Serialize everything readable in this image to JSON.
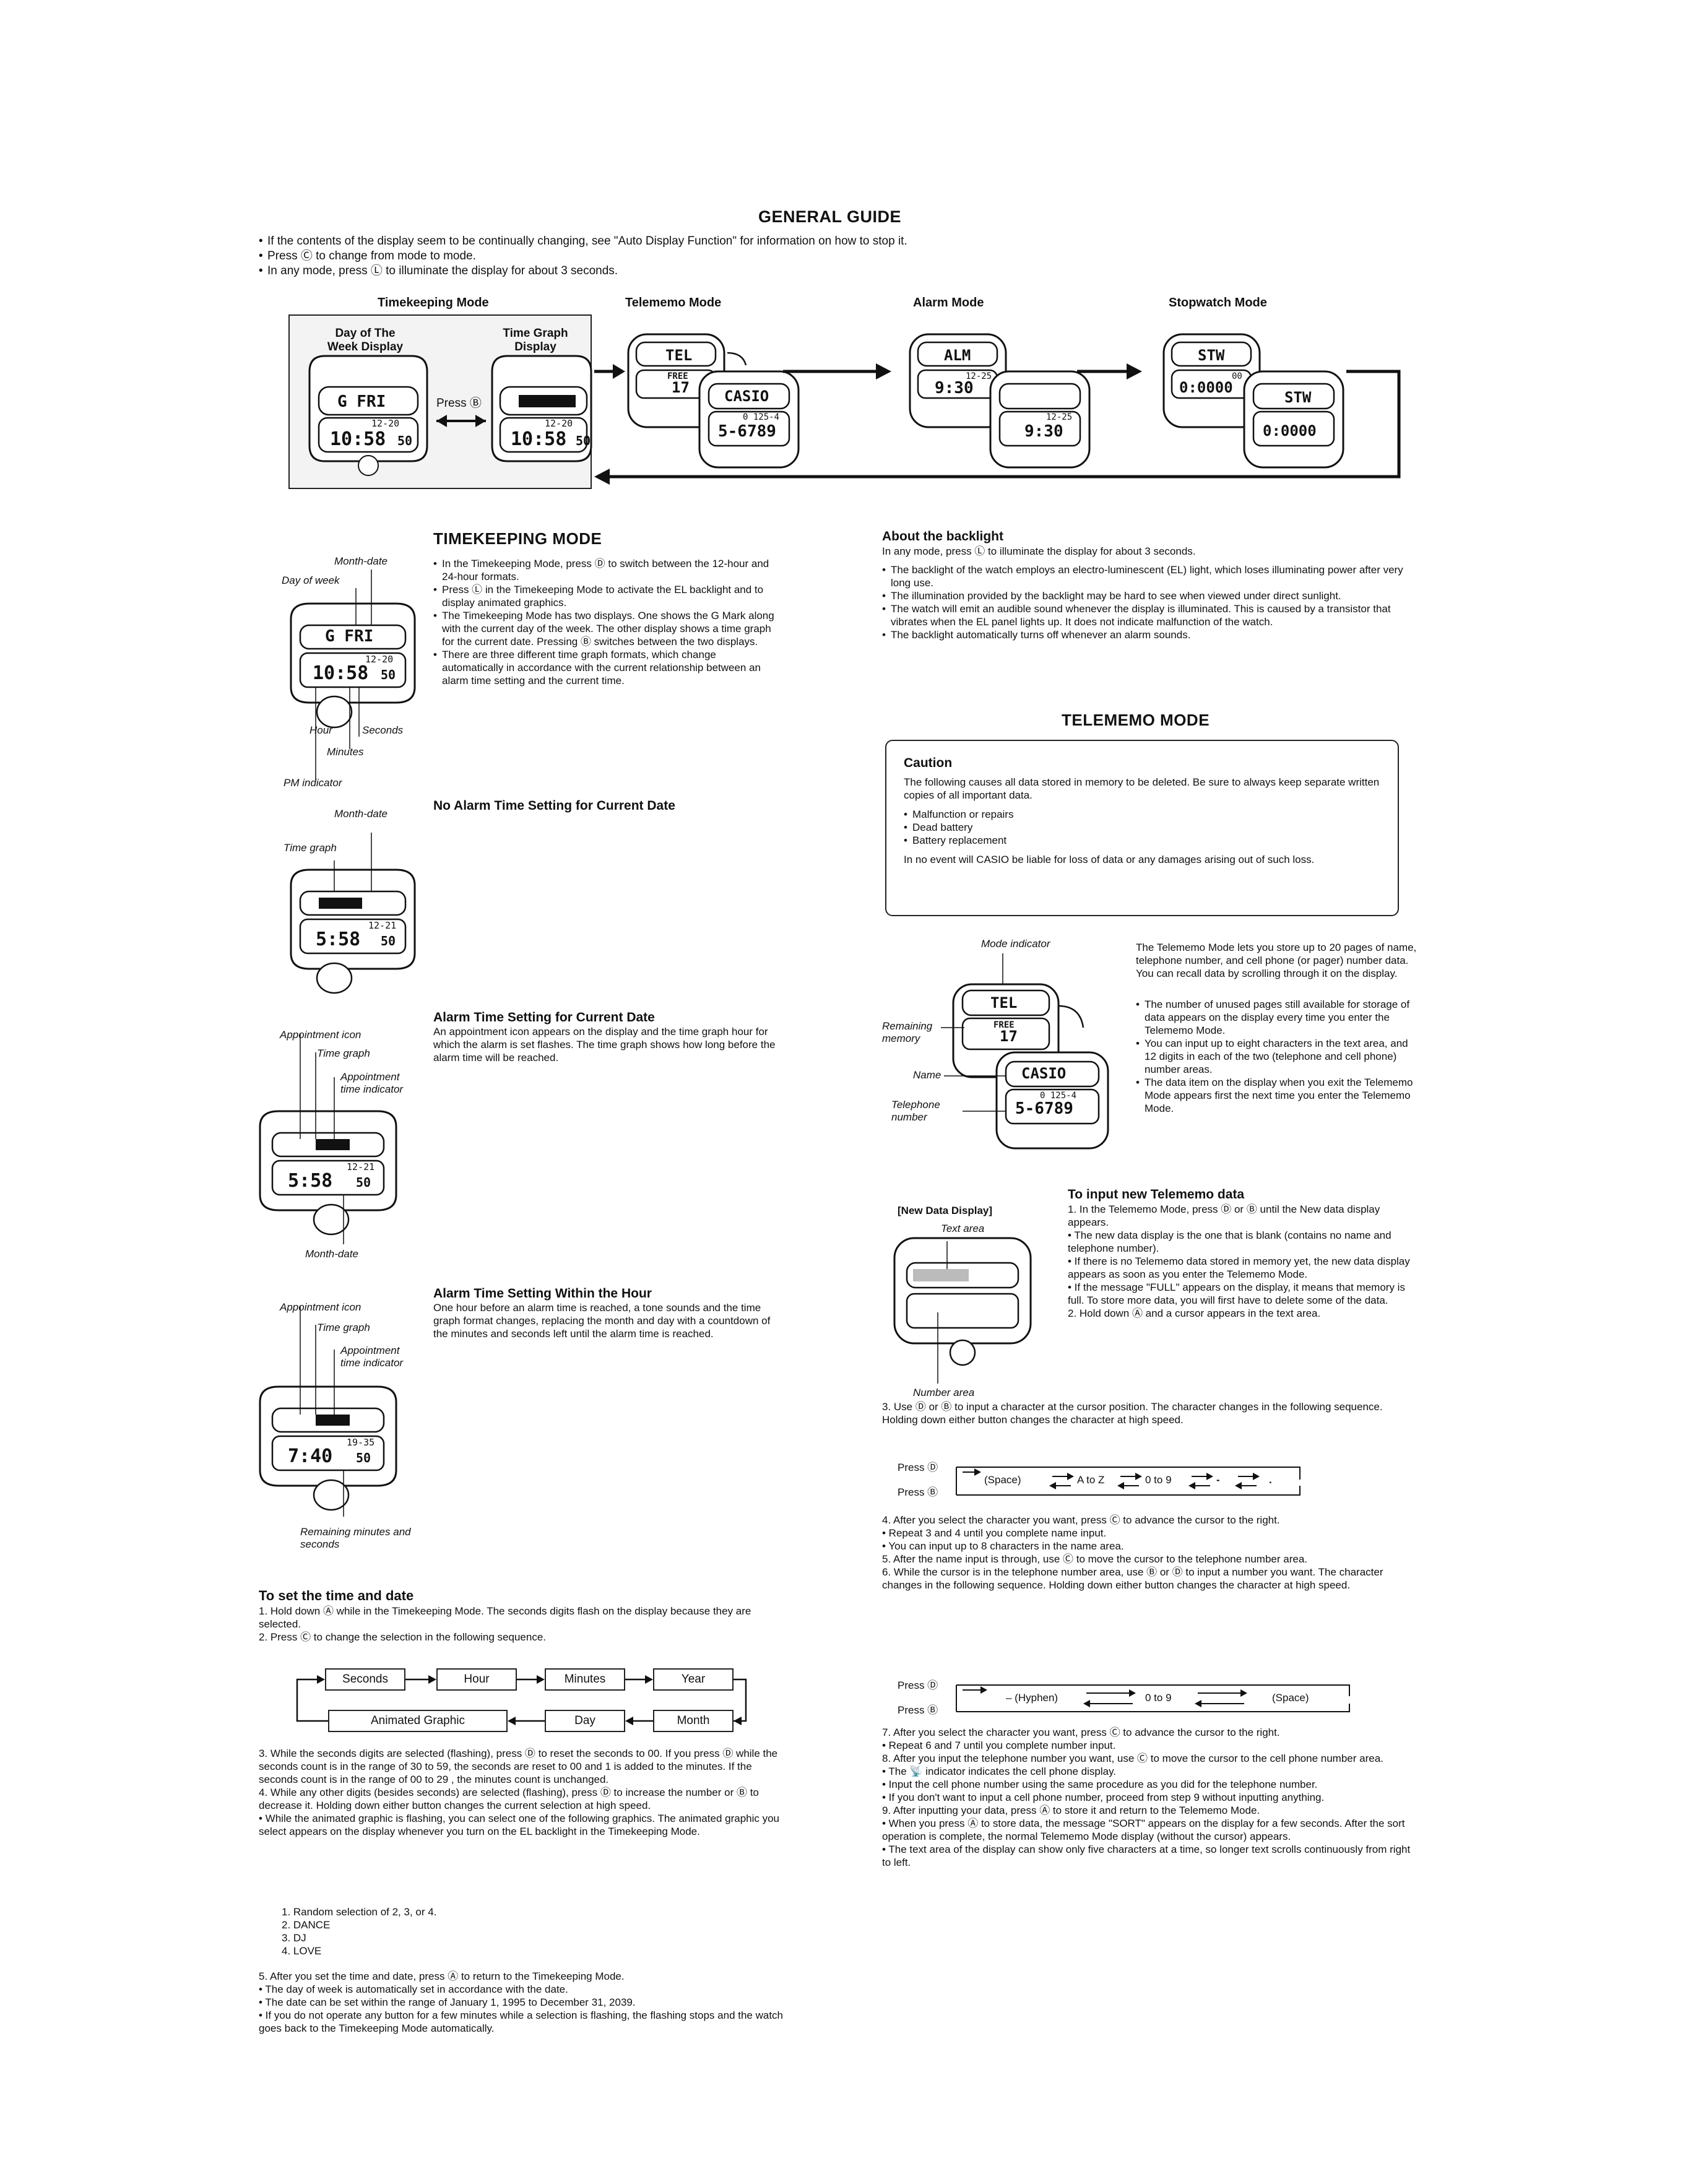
{
  "general_guide": {
    "title": "GENERAL GUIDE",
    "bullets": [
      "If the contents of the display seem to be continually changing, see \"Auto Display Function\" for information on how to stop it.",
      "Press Ⓒ to change from mode to mode.",
      "In any mode, press Ⓛ to illuminate the display for about 3 seconds."
    ],
    "modes": [
      "Timekeeping Mode",
      "Telememo Mode",
      "Alarm Mode",
      "Stopwatch Mode"
    ],
    "day_week_label": "Day of The Week Display",
    "time_graph_label": "Time Graph Display",
    "press_b": "Press Ⓑ",
    "lcd": {
      "gfri": "G FRI",
      "date": "12-20",
      "time": "10:58",
      "sec": "50",
      "tel": "TEL",
      "free": "FREE",
      "free_n": "17",
      "casio": "CASIO",
      "num_small": "0 125-4",
      "num_big": "5-6789",
      "alm": "ALM",
      "alm_date": "12-25",
      "alm_time": "9:30",
      "stw": "STW",
      "stw_time": "0:0000",
      "stw_small": "00"
    }
  },
  "timekeeping": {
    "title": "TIMEKEEPING MODE",
    "bullets": [
      "In the Timekeeping Mode, press Ⓓ to switch between the 12-hour and 24-hour formats.",
      "Press Ⓛ in the Timekeeping Mode to activate the EL backlight and to display animated graphics.",
      "The Timekeeping Mode has two displays. One shows the G Mark along with the current day of the week. The other display shows a time graph for the current date. Pressing Ⓑ switches between the two displays.",
      "There are three different time graph formats, which change automatically in accordance with the current relationship between an alarm time setting and the current time."
    ],
    "labels": {
      "month_date": "Month-date",
      "day_of_week": "Day of week",
      "hour": "Hour",
      "seconds": "Seconds",
      "minutes": "Minutes",
      "pm": "PM indicator"
    }
  },
  "no_alarm": {
    "title": "No Alarm Time Setting for Current Date",
    "labels": {
      "month_date": "Month-date",
      "time_graph": "Time graph"
    },
    "lcd": {
      "date": "12-21",
      "time": "5:58",
      "sec": "50"
    }
  },
  "alarm_current": {
    "title": "Alarm Time Setting for Current Date",
    "text": "An appointment icon appears on the display and the time graph hour for which the alarm is set flashes. The time graph shows how long before the alarm time will be reached.",
    "labels": {
      "appointment_icon": "Appointment icon",
      "time_graph": "Time graph",
      "appointment_time": "Appointment time indicator",
      "month_date": "Month-date"
    },
    "lcd": {
      "date": "12-21",
      "time": "5:58",
      "sec": "50"
    }
  },
  "alarm_hour": {
    "title": "Alarm Time Setting Within the Hour",
    "text": "One hour before an alarm time is reached, a tone sounds and the time graph format changes, replacing the month and day with a countdown of the minutes and seconds left until the alarm time is reached.",
    "labels": {
      "appointment_icon": "Appointment icon",
      "time_graph": "Time graph",
      "appointment_time": "Appointment time indicator",
      "remaining": "Remaining minutes and seconds"
    },
    "lcd": {
      "date": "19-35",
      "time": "7:40",
      "sec": "50"
    }
  },
  "set_time": {
    "title": "To set the time and date",
    "steps_a": [
      "1. Hold down Ⓐ while in the Timekeeping Mode. The seconds digits flash on the display because they are selected.",
      "2. Press Ⓒ to change the selection in the following sequence."
    ],
    "sequence_top": [
      "Seconds",
      "Hour",
      "Minutes",
      "Year"
    ],
    "sequence_bottom": [
      "Animated Graphic",
      "Day",
      "Month"
    ],
    "steps_b": [
      "3. While the seconds digits are selected (flashing), press Ⓓ to reset the seconds to 00. If you press Ⓓ while the seconds count is in the range of 30 to 59, the seconds are reset to 00 and 1 is added to the minutes. If the seconds count is in the range of 00 to 29 , the minutes count is unchanged.",
      "4. While any other digits (besides seconds) are selected (flashing), press Ⓓ to increase the number or Ⓑ to decrease it. Holding down either button changes the current selection at high speed.",
      "• While the animated graphic is flashing, you can select one of the following graphics. The animated graphic you select appears on the display whenever you turn on the EL backlight in the Timekeeping Mode."
    ],
    "graphics": [
      "1. Random selection of 2, 3, or 4.",
      "2. DANCE",
      "3. DJ",
      "4. LOVE"
    ],
    "steps_c": [
      "5. After you set the time and date, press Ⓐ to return to the Timekeeping Mode.",
      "• The day of week is automatically set in accordance with the date.",
      "• The date can be set within the range of January 1, 1995 to December 31, 2039.",
      "• If you do not operate any button for a few minutes while a selection is flashing, the flashing stops and the watch goes back to the Timekeeping Mode automatically."
    ]
  },
  "backlight": {
    "title": "About the backlight",
    "intro": "In any mode, press Ⓛ to illuminate the display for about 3 seconds.",
    "bullets": [
      "The backlight of the watch employs an electro-luminescent (EL) light, which loses illuminating power after very long use.",
      "The illumination provided by the backlight may be hard to see when viewed under direct sunlight.",
      "The watch will emit an audible sound whenever the display is illuminated. This is caused by a transistor that vibrates when the EL panel lights up. It does not indicate malfunction of the watch.",
      "The backlight automatically turns off whenever an alarm sounds."
    ]
  },
  "telememo": {
    "title": "TELEMEMO MODE",
    "caution_title": "Caution",
    "caution_text": "The following causes all data stored in memory to be deleted. Be sure to always keep separate written copies of all important data.",
    "caution_items": [
      "Malfunction or repairs",
      "Dead battery",
      "Battery replacement"
    ],
    "caution_footer": "In no event will CASIO be liable for loss of data or any damages arising out of such loss.",
    "labels": {
      "mode_indicator": "Mode indicator",
      "remaining": "Remaining memory",
      "name": "Name",
      "telephone": "Telephone number"
    },
    "intro": "The Telememo Mode lets you store up to 20 pages of name, telephone number, and cell phone (or pager) number data. You can recall data by scrolling through it on the display.",
    "bullets": [
      "The number of unused pages still available for storage of data appears on the display every time you enter the Telememo Mode.",
      "You can input up to eight characters in the text area, and 12 digits in each of the two (telephone and cell phone) number areas.",
      "The data item on the display when you exit the Telememo Mode appears first the next time you enter the Telememo Mode."
    ],
    "input_title": "To input new Telememo data",
    "new_data_label": "[New Data Display]",
    "text_area": "Text area",
    "number_area": "Number area",
    "input_steps": [
      "1. In the Telememo Mode, press Ⓓ or Ⓑ until the New data display appears.",
      "• The new data display is the one that is blank (contains no name and telephone number).",
      "• If there is no Telememo data stored in memory yet, the new data display appears as soon as you enter the Telememo Mode.",
      "• If the message \"FULL\" appears on the display, it means that memory is full. To store more data, you will first have to delete some of the data.",
      "2. Hold down Ⓐ and a cursor appears in the text area."
    ],
    "step3": "3. Use Ⓓ or Ⓑ to input a character at the cursor position. The character changes in the following sequence. Holding down either button changes the character at high speed.",
    "press_d": "Press Ⓓ",
    "press_b": "Press Ⓑ",
    "seq1": [
      "(Space)",
      "A to Z",
      "0 to 9",
      "-",
      "."
    ],
    "steps_mid": [
      "4. After you select the character you want, press Ⓒ to advance the cursor to the right.",
      "• Repeat 3 and 4 until you complete name input.",
      "• You can input up to 8 characters in the name area.",
      "5. After the name input is through, use Ⓒ to move the cursor to the telephone number area.",
      "6. While the cursor is in the telephone number area, use Ⓑ or Ⓓ to input a number you want. The character changes in the following sequence. Holding down either button changes the character at high speed."
    ],
    "seq2": [
      "– (Hyphen)",
      "0 to 9",
      "(Space)"
    ],
    "steps_end": [
      "7. After you select the character you want, press Ⓒ to advance the cursor to the right.",
      "• Repeat 6 and 7 until you complete number input.",
      "8. After you input the telephone number you want, use Ⓒ to move the cursor to the cell phone number area.",
      "• The 📡 indicator indicates the cell phone display.",
      "• Input the cell phone number using the same procedure as you did for the telephone number.",
      "• If you don't want to input a cell phone number, proceed from step 9 without inputting anything.",
      "9. After inputting your data, press Ⓐ to store it and return to the Telememo Mode.",
      "• When you press Ⓐ to store data, the message \"SORT\" appears on the display for a few seconds. After the sort operation is complete, the normal Telememo Mode display (without the cursor) appears.",
      "• The text area of the display can show only five characters at a time, so longer text scrolls continuously from right to left."
    ]
  }
}
